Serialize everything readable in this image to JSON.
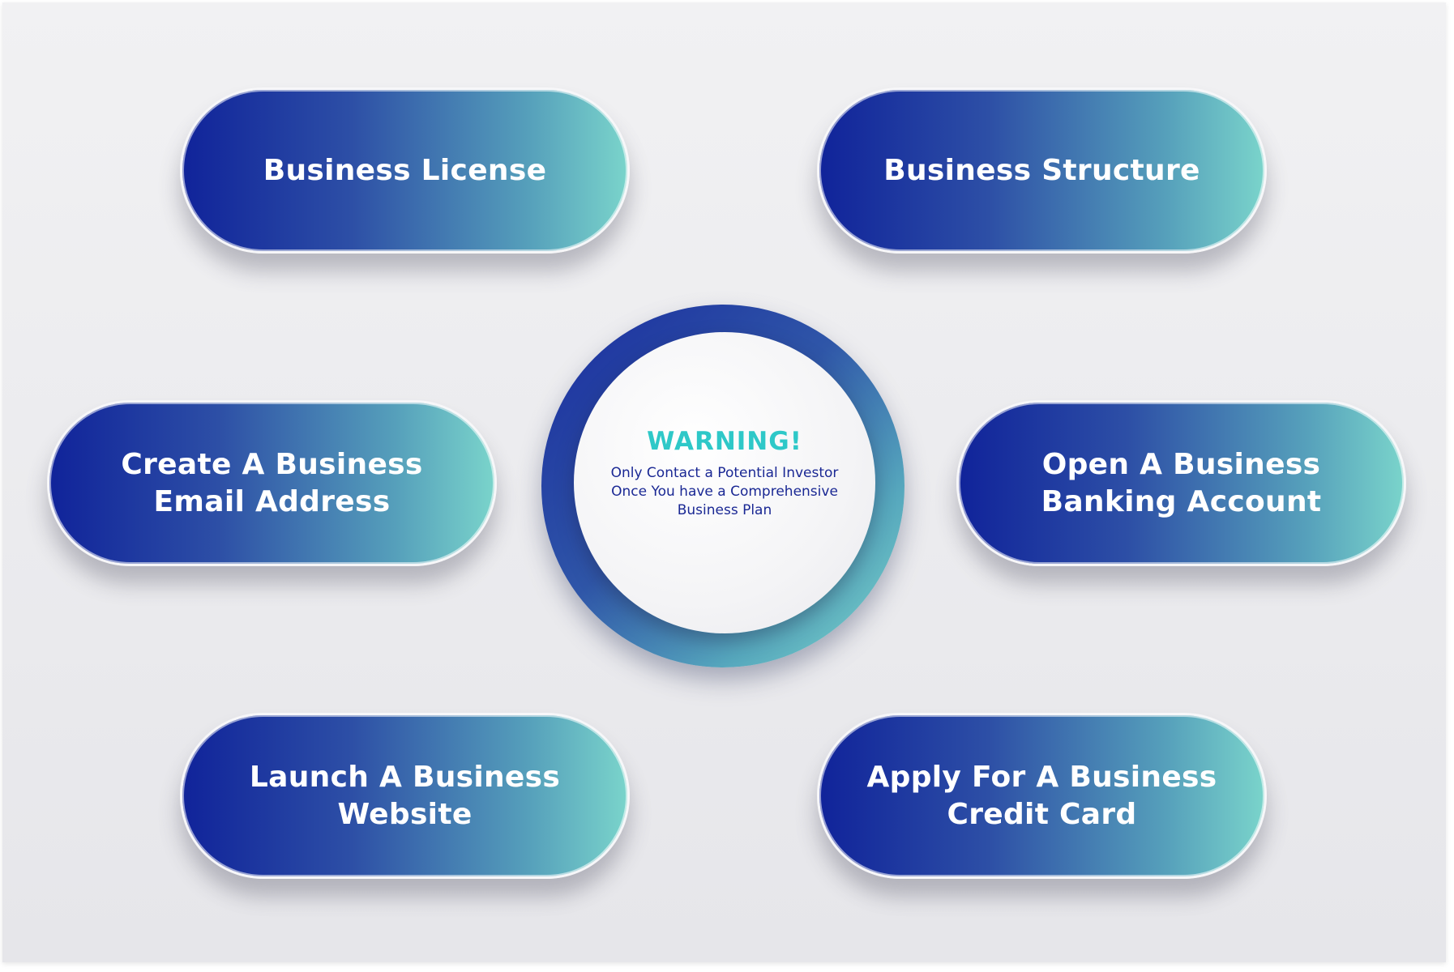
{
  "nodes": {
    "top_left": "Business License",
    "top_right": "Business Structure",
    "middle_left": "Create A Business\nEmail Address",
    "middle_right": "Open A Business\nBanking Account",
    "bottom_left": "Launch A Business\nWebsite",
    "bottom_right": "Apply For A Business\nCredit Card"
  },
  "center": {
    "title": "WARNING!",
    "text": "Only Contact a Potential Investor\nOnce You have a Comprehensive\nBusiness Plan"
  },
  "colors": {
    "gradient_start": "#10239a",
    "gradient_end": "#7ad4cb",
    "warning_title": "#2ec8c8",
    "warning_text": "#1a2894"
  }
}
